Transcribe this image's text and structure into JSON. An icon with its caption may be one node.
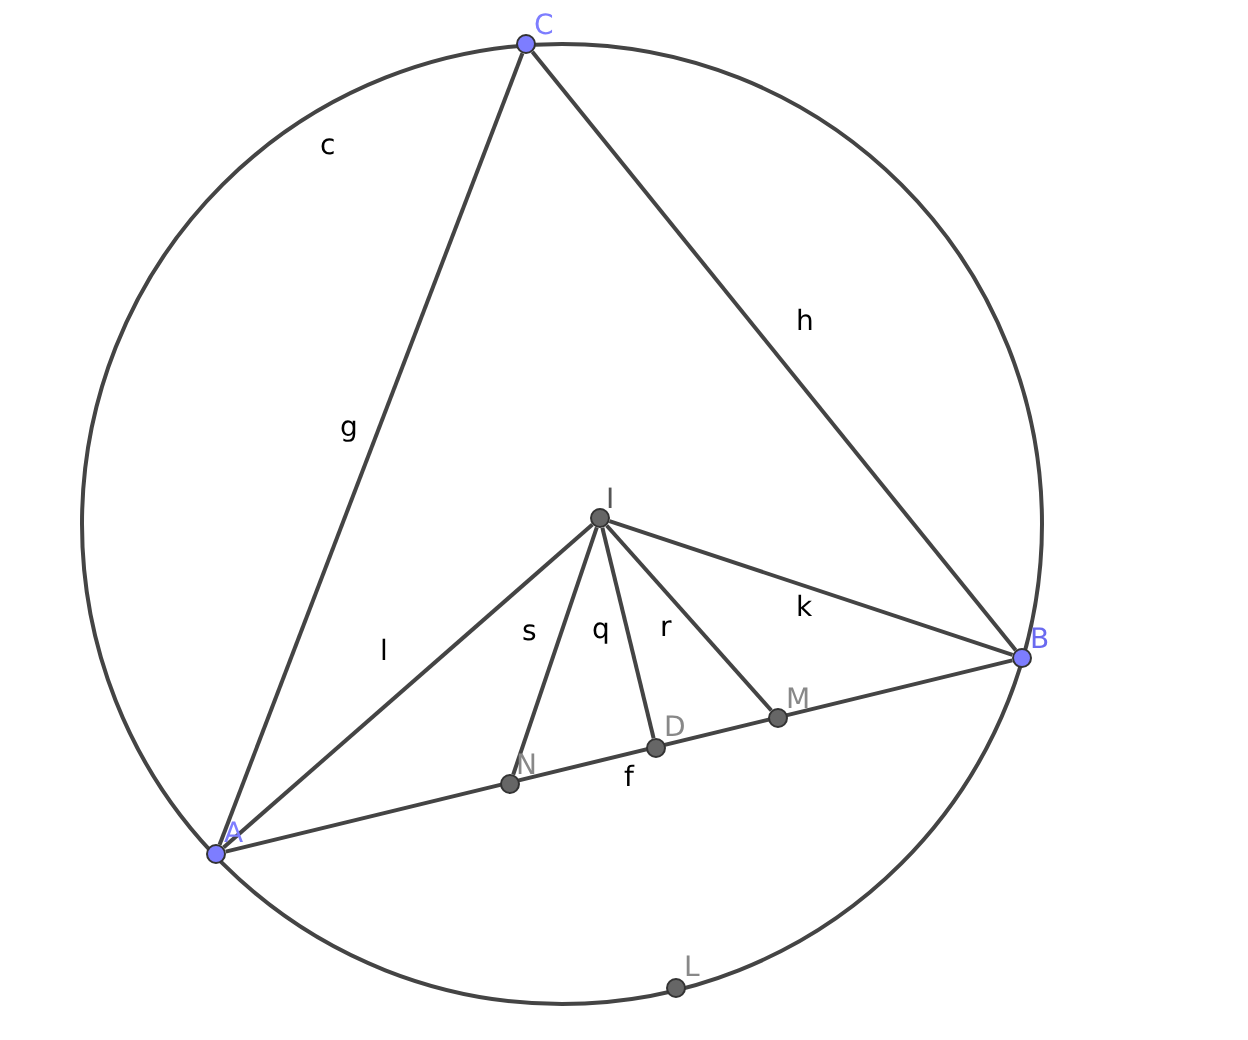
{
  "diagram": {
    "nodes": [
      {
        "text": [
          "C"
        ]
      },
      {
        "text": [
          "A"
        ]
      },
      {
        "text": [
          "B"
        ]
      },
      {
        "text": [
          "I"
        ]
      },
      {
        "text": [
          "N"
        ]
      },
      {
        "text": [
          "D"
        ]
      },
      {
        "text": [
          "M"
        ]
      },
      {
        "text": [
          "L"
        ]
      }
    ],
    "edges": [
      {
        "from": 1,
        "to": 0,
        "arrow": "none",
        "label": "g"
      },
      {
        "from": 0,
        "to": 2,
        "arrow": "none",
        "label": "h"
      },
      {
        "from": 1,
        "to": 2,
        "arrow": "none",
        "label": "f"
      },
      {
        "from": 1,
        "to": 3,
        "arrow": "none",
        "label": "l"
      },
      {
        "from": 3,
        "to": 2,
        "arrow": "none",
        "label": "k"
      },
      {
        "from": 3,
        "to": 4,
        "arrow": "none",
        "label": "s"
      },
      {
        "from": 3,
        "to": 5,
        "arrow": "none",
        "label": "q"
      },
      {
        "from": 3,
        "to": 6,
        "arrow": "none",
        "label": "r"
      }
    ],
    "labels": [
      "c"
    ]
  }
}
